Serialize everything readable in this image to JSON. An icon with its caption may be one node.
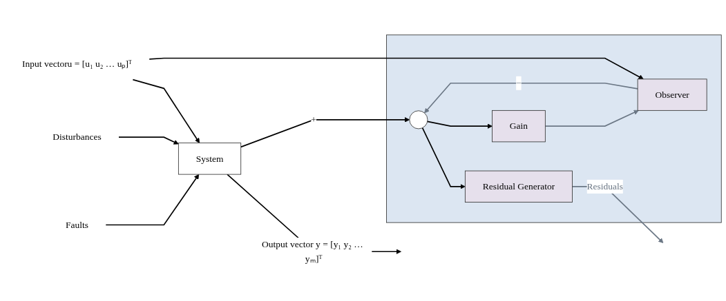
{
  "diagram": {
    "nodes": [
      {
        "text": [
          "Faults"
        ]
      },
      {
        "text": [
          "Disturbances"
        ]
      },
      {
        "text": [
          "Input vectoru = [u₁ u₂ … uₚ]ᵀ"
        ]
      },
      {
        "text": [
          "System"
        ]
      },
      {
        "text": [],
        "shape": "box"
      },
      {
        "text": [
          "Observer"
        ],
        "in": 4
      },
      {
        "text": [],
        "shape": "circle",
        "in": 4
      },
      {
        "text": [
          "Residual Generator"
        ],
        "in": 4
      },
      {
        "text": [
          "Gain"
        ],
        "in": 4
      }
    ],
    "edges": [
      {
        "from": 0,
        "to": 3,
        "arrow": "to"
      },
      {
        "from": 1,
        "to": 3,
        "arrow": "to"
      },
      {
        "from": 2,
        "to": 3,
        "arrow": "to"
      },
      {
        "from": 2,
        "to": 5,
        "arrow": "to"
      },
      {
        "from": 3,
        "to": null,
        "arrow": "to",
        "label": "Output vector y = [y₁ y₂ … yₘ]ᵀ"
      },
      {
        "from": 3,
        "to": 6,
        "arrow": "to",
        "label": "+"
      },
      {
        "from": 5,
        "to": 6,
        "arrow": "to",
        "label": "−",
        "color": "#6b7785"
      },
      {
        "from": 6,
        "to": 7,
        "arrow": "to"
      },
      {
        "from": 6,
        "to": 8,
        "arrow": "to"
      },
      {
        "from": 8,
        "to": 5,
        "arrow": "to",
        "color": "#6b7785"
      },
      {
        "from": 7,
        "to": null,
        "arrow": "to",
        "label": "Residuals",
        "color": "#6b7785"
      }
    ]
  }
}
